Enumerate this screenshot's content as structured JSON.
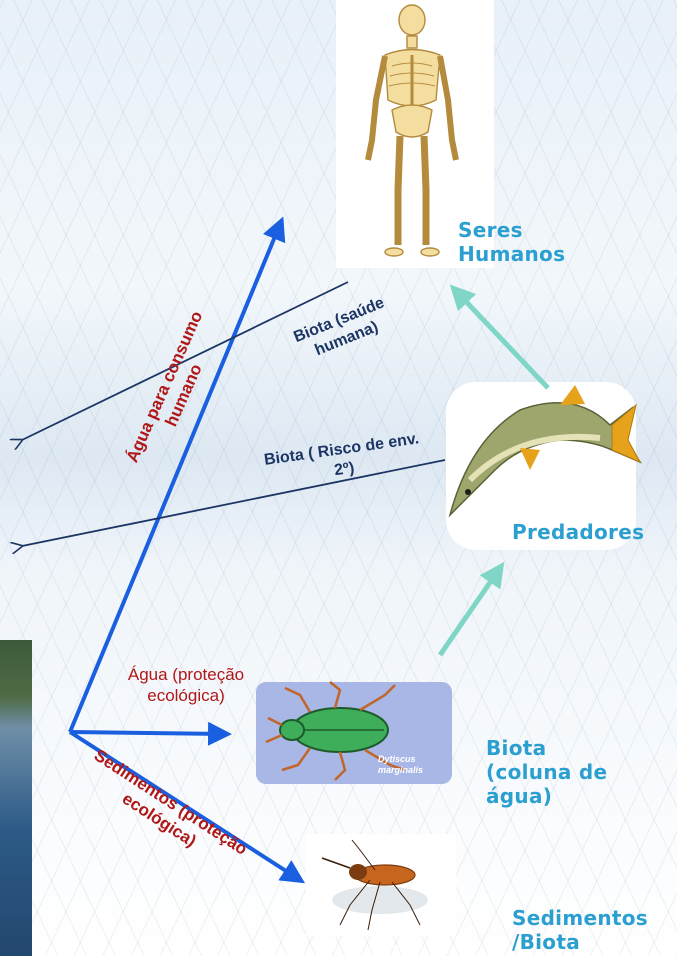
{
  "receptors": {
    "humans": "Seres\nHumanos",
    "predators": "Predadores",
    "water_column": "Biota\n(coluna de\nágua)",
    "sediments": "Sedimentos\n/Biota"
  },
  "pathways": {
    "drinking_water": "Água para consumo\nhumano",
    "biota_health": "Biota (saúde\nhumana)",
    "biota_secondary": "Biota ( Risco de env.\n2º)",
    "water_ecological": "Água (proteção\necológica)",
    "sediments_ecological": "Sedimentos (proteção\necológica)"
  },
  "insect_caption": {
    "line1": "Dytiscus",
    "line2": "marginalis"
  },
  "colors": {
    "receptor_label": "#2b9fd0",
    "pathway_red": "#b01818",
    "pathway_navy": "#1c3564",
    "main_arrow": "#1a5fe0",
    "trophic_arrow": "#7fd6c6"
  }
}
